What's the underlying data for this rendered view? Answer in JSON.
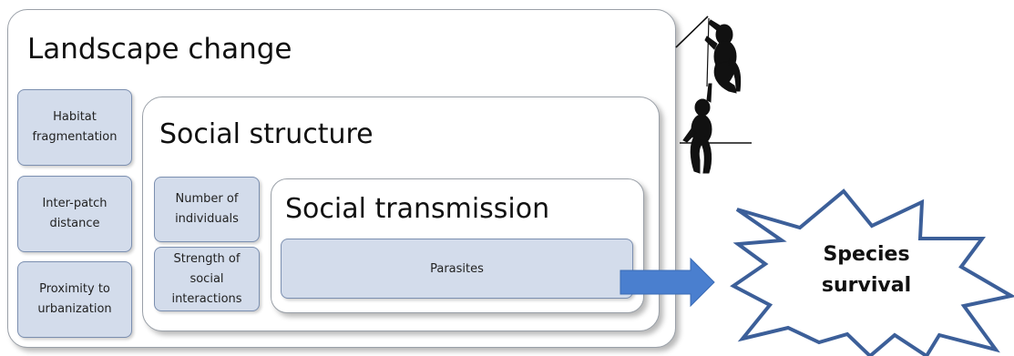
{
  "landscape": {
    "title": "Landscape change",
    "factors": [
      "Habitat\nfragmentation",
      "Inter-patch\ndistance",
      "Proximity to\nurbanization"
    ]
  },
  "social_structure": {
    "title": "Social structure",
    "factors": [
      "Number of\nindividuals",
      "Strength of\nsocial\ninteractions"
    ]
  },
  "social_transmission": {
    "title": "Social transmission",
    "factors": [
      "Parasites"
    ]
  },
  "outcome": {
    "label": "Species\nsurvival"
  },
  "icons": [
    "monkey-silhouette-icon",
    "monkey-silhouette-icon"
  ],
  "colors": {
    "chip_fill": "#d3dceb",
    "chip_border": "#7b8fb0",
    "arrow": "#4a7fcf"
  }
}
